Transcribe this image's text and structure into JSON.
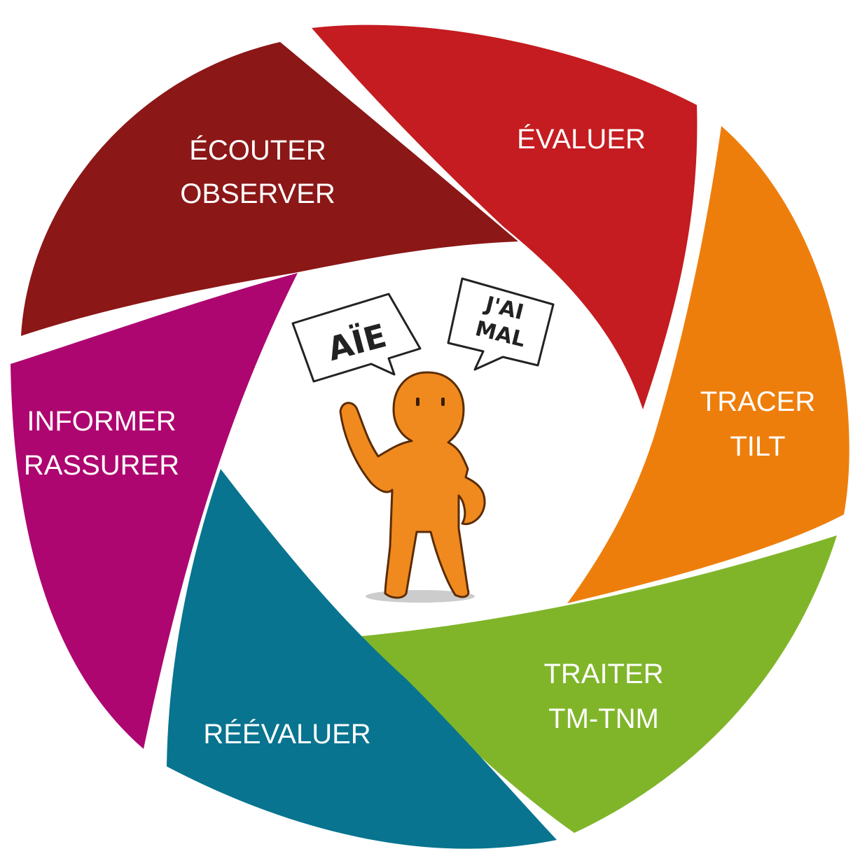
{
  "segments": [
    {
      "id": "ecouter",
      "lines": [
        "ÉCOUTER",
        "OBSERVER"
      ],
      "color": "#8b1717"
    },
    {
      "id": "evaluer",
      "lines": [
        "ÉVALUER"
      ],
      "color": "#c41c20"
    },
    {
      "id": "tracer",
      "lines": [
        "TRACER",
        "TILT"
      ],
      "color": "#ee7e0c"
    },
    {
      "id": "traiter",
      "lines": [
        "TRAITER",
        "TM-TNM"
      ],
      "color": "#80b52a"
    },
    {
      "id": "reevaluer",
      "lines": [
        "RÉÉVALUER"
      ],
      "color": "#08748f"
    },
    {
      "id": "informer",
      "lines": [
        "INFORMER",
        "RASSURER"
      ],
      "color": "#ad0670"
    }
  ],
  "bubbles": {
    "left": [
      "AÏE"
    ],
    "right": [
      "J'AI",
      "MAL"
    ]
  },
  "figure": {
    "color": "#f08a1e",
    "icon": "person-in-pain-icon"
  }
}
